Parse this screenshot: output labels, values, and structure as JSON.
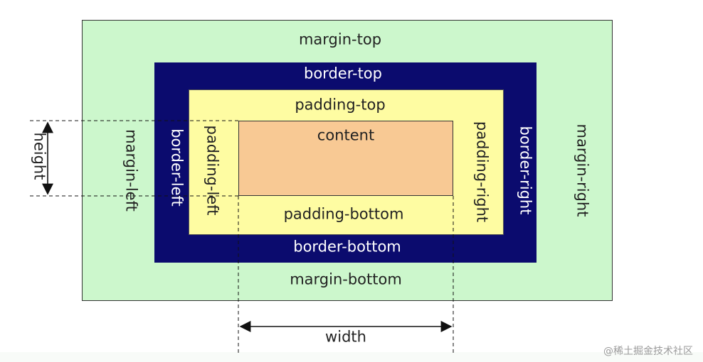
{
  "margin": {
    "top": "margin-top",
    "left": "margin-left",
    "right": "margin-right",
    "bottom": "margin-bottom"
  },
  "border": {
    "top": "border-top",
    "left": "border-left",
    "right": "border-right",
    "bottom": "border-bottom"
  },
  "padding": {
    "top": "padding-top",
    "left": "padding-left",
    "right": "padding-right",
    "bottom": "padding-bottom"
  },
  "content": {
    "label": "content"
  },
  "dimensions": {
    "height": "height",
    "width": "width"
  },
  "watermark": "@稀土掘金技术社区",
  "colors": {
    "margin": "#ccf7cc",
    "border": "#0b0b6e",
    "padding": "#fefca2",
    "content": "#f8c994"
  }
}
